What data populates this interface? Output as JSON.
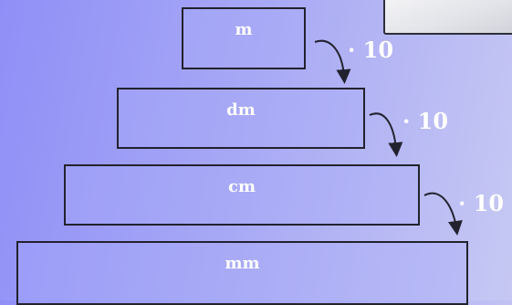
{
  "units": [
    {
      "label": "m"
    },
    {
      "label": "dm"
    },
    {
      "label": "cm"
    },
    {
      "label": "mm"
    }
  ],
  "conversion_factors": [
    {
      "label": "· 10"
    },
    {
      "label": "· 10"
    },
    {
      "label": "· 10"
    }
  ],
  "colors": {
    "background_left": "#8f8ff7",
    "background_right": "#c6c8f3",
    "box_border": "#22222e",
    "text": "#ffffff"
  }
}
